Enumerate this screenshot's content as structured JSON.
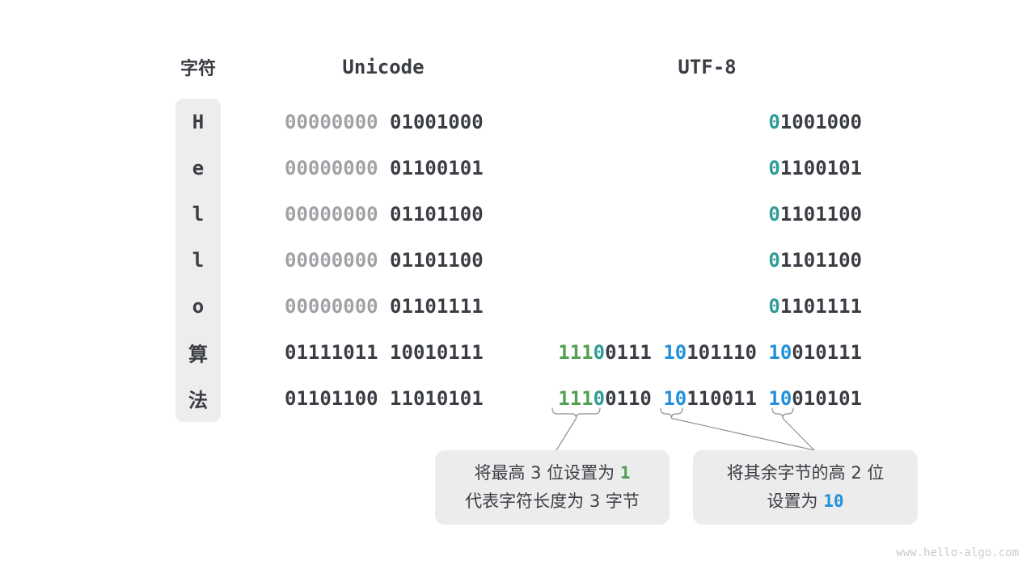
{
  "header": {
    "char_label": "字符",
    "unicode_label": "Unicode",
    "utf8_label": "UTF-8"
  },
  "colors": {
    "bit_dark": "#3a3d43",
    "bit_dim_gray": "#a0a2a5",
    "prefix_one_green": "#549f54",
    "prefix_zero_teal": "#2e9c96",
    "continuation_blue": "#2191db",
    "panel_gray": "#ededed",
    "background": "#ffffff"
  },
  "rows": [
    {
      "char": "H",
      "unicode": [
        {
          "t": "00000000",
          "c": "dim"
        },
        {
          "t": " 01001000",
          "c": "dark"
        }
      ],
      "utf8": [
        {
          "t": "0",
          "c": "teal"
        },
        {
          "t": "1001000",
          "c": "dark"
        }
      ]
    },
    {
      "char": "e",
      "unicode": [
        {
          "t": "00000000",
          "c": "dim"
        },
        {
          "t": " 01100101",
          "c": "dark"
        }
      ],
      "utf8": [
        {
          "t": "0",
          "c": "teal"
        },
        {
          "t": "1100101",
          "c": "dark"
        }
      ]
    },
    {
      "char": "l",
      "unicode": [
        {
          "t": "00000000",
          "c": "dim"
        },
        {
          "t": " 01101100",
          "c": "dark"
        }
      ],
      "utf8": [
        {
          "t": "0",
          "c": "teal"
        },
        {
          "t": "1101100",
          "c": "dark"
        }
      ]
    },
    {
      "char": "l",
      "unicode": [
        {
          "t": "00000000",
          "c": "dim"
        },
        {
          "t": " 01101100",
          "c": "dark"
        }
      ],
      "utf8": [
        {
          "t": "0",
          "c": "teal"
        },
        {
          "t": "1101100",
          "c": "dark"
        }
      ]
    },
    {
      "char": "o",
      "unicode": [
        {
          "t": "00000000",
          "c": "dim"
        },
        {
          "t": " 01101111",
          "c": "dark"
        }
      ],
      "utf8": [
        {
          "t": "0",
          "c": "teal"
        },
        {
          "t": "1101111",
          "c": "dark"
        }
      ]
    },
    {
      "char": "算",
      "unicode": [
        {
          "t": "01111011 10010111",
          "c": "dark"
        }
      ],
      "utf8": [
        {
          "t": "111",
          "c": "green"
        },
        {
          "t": "0",
          "c": "teal"
        },
        {
          "t": "0111 ",
          "c": "dark"
        },
        {
          "t": "10",
          "c": "blue"
        },
        {
          "t": "101110 ",
          "c": "dark"
        },
        {
          "t": "10",
          "c": "blue"
        },
        {
          "t": "010111",
          "c": "dark"
        }
      ]
    },
    {
      "char": "法",
      "unicode": [
        {
          "t": "01101100 11010101",
          "c": "dark"
        }
      ],
      "utf8": [
        {
          "t": "111",
          "c": "green"
        },
        {
          "t": "0",
          "c": "teal"
        },
        {
          "t": "0110 ",
          "c": "dark"
        },
        {
          "t": "10",
          "c": "blue"
        },
        {
          "t": "110011 ",
          "c": "dark"
        },
        {
          "t": "10",
          "c": "blue"
        },
        {
          "t": "010101",
          "c": "dark"
        }
      ]
    }
  ],
  "callouts": [
    {
      "lines": [
        [
          {
            "t": "将最高 3 位设置为 ",
            "c": "dark"
          },
          {
            "t": "1",
            "c": "green"
          }
        ],
        [
          {
            "t": "代表字符长度为 3 字节",
            "c": "dark"
          }
        ]
      ]
    },
    {
      "lines": [
        [
          {
            "t": "将其余字节的高 2 位",
            "c": "dark"
          }
        ],
        [
          {
            "t": "设置为 ",
            "c": "dark"
          },
          {
            "t": "10",
            "c": "blue"
          }
        ]
      ]
    }
  ],
  "watermark": "www.hello-algo.com"
}
